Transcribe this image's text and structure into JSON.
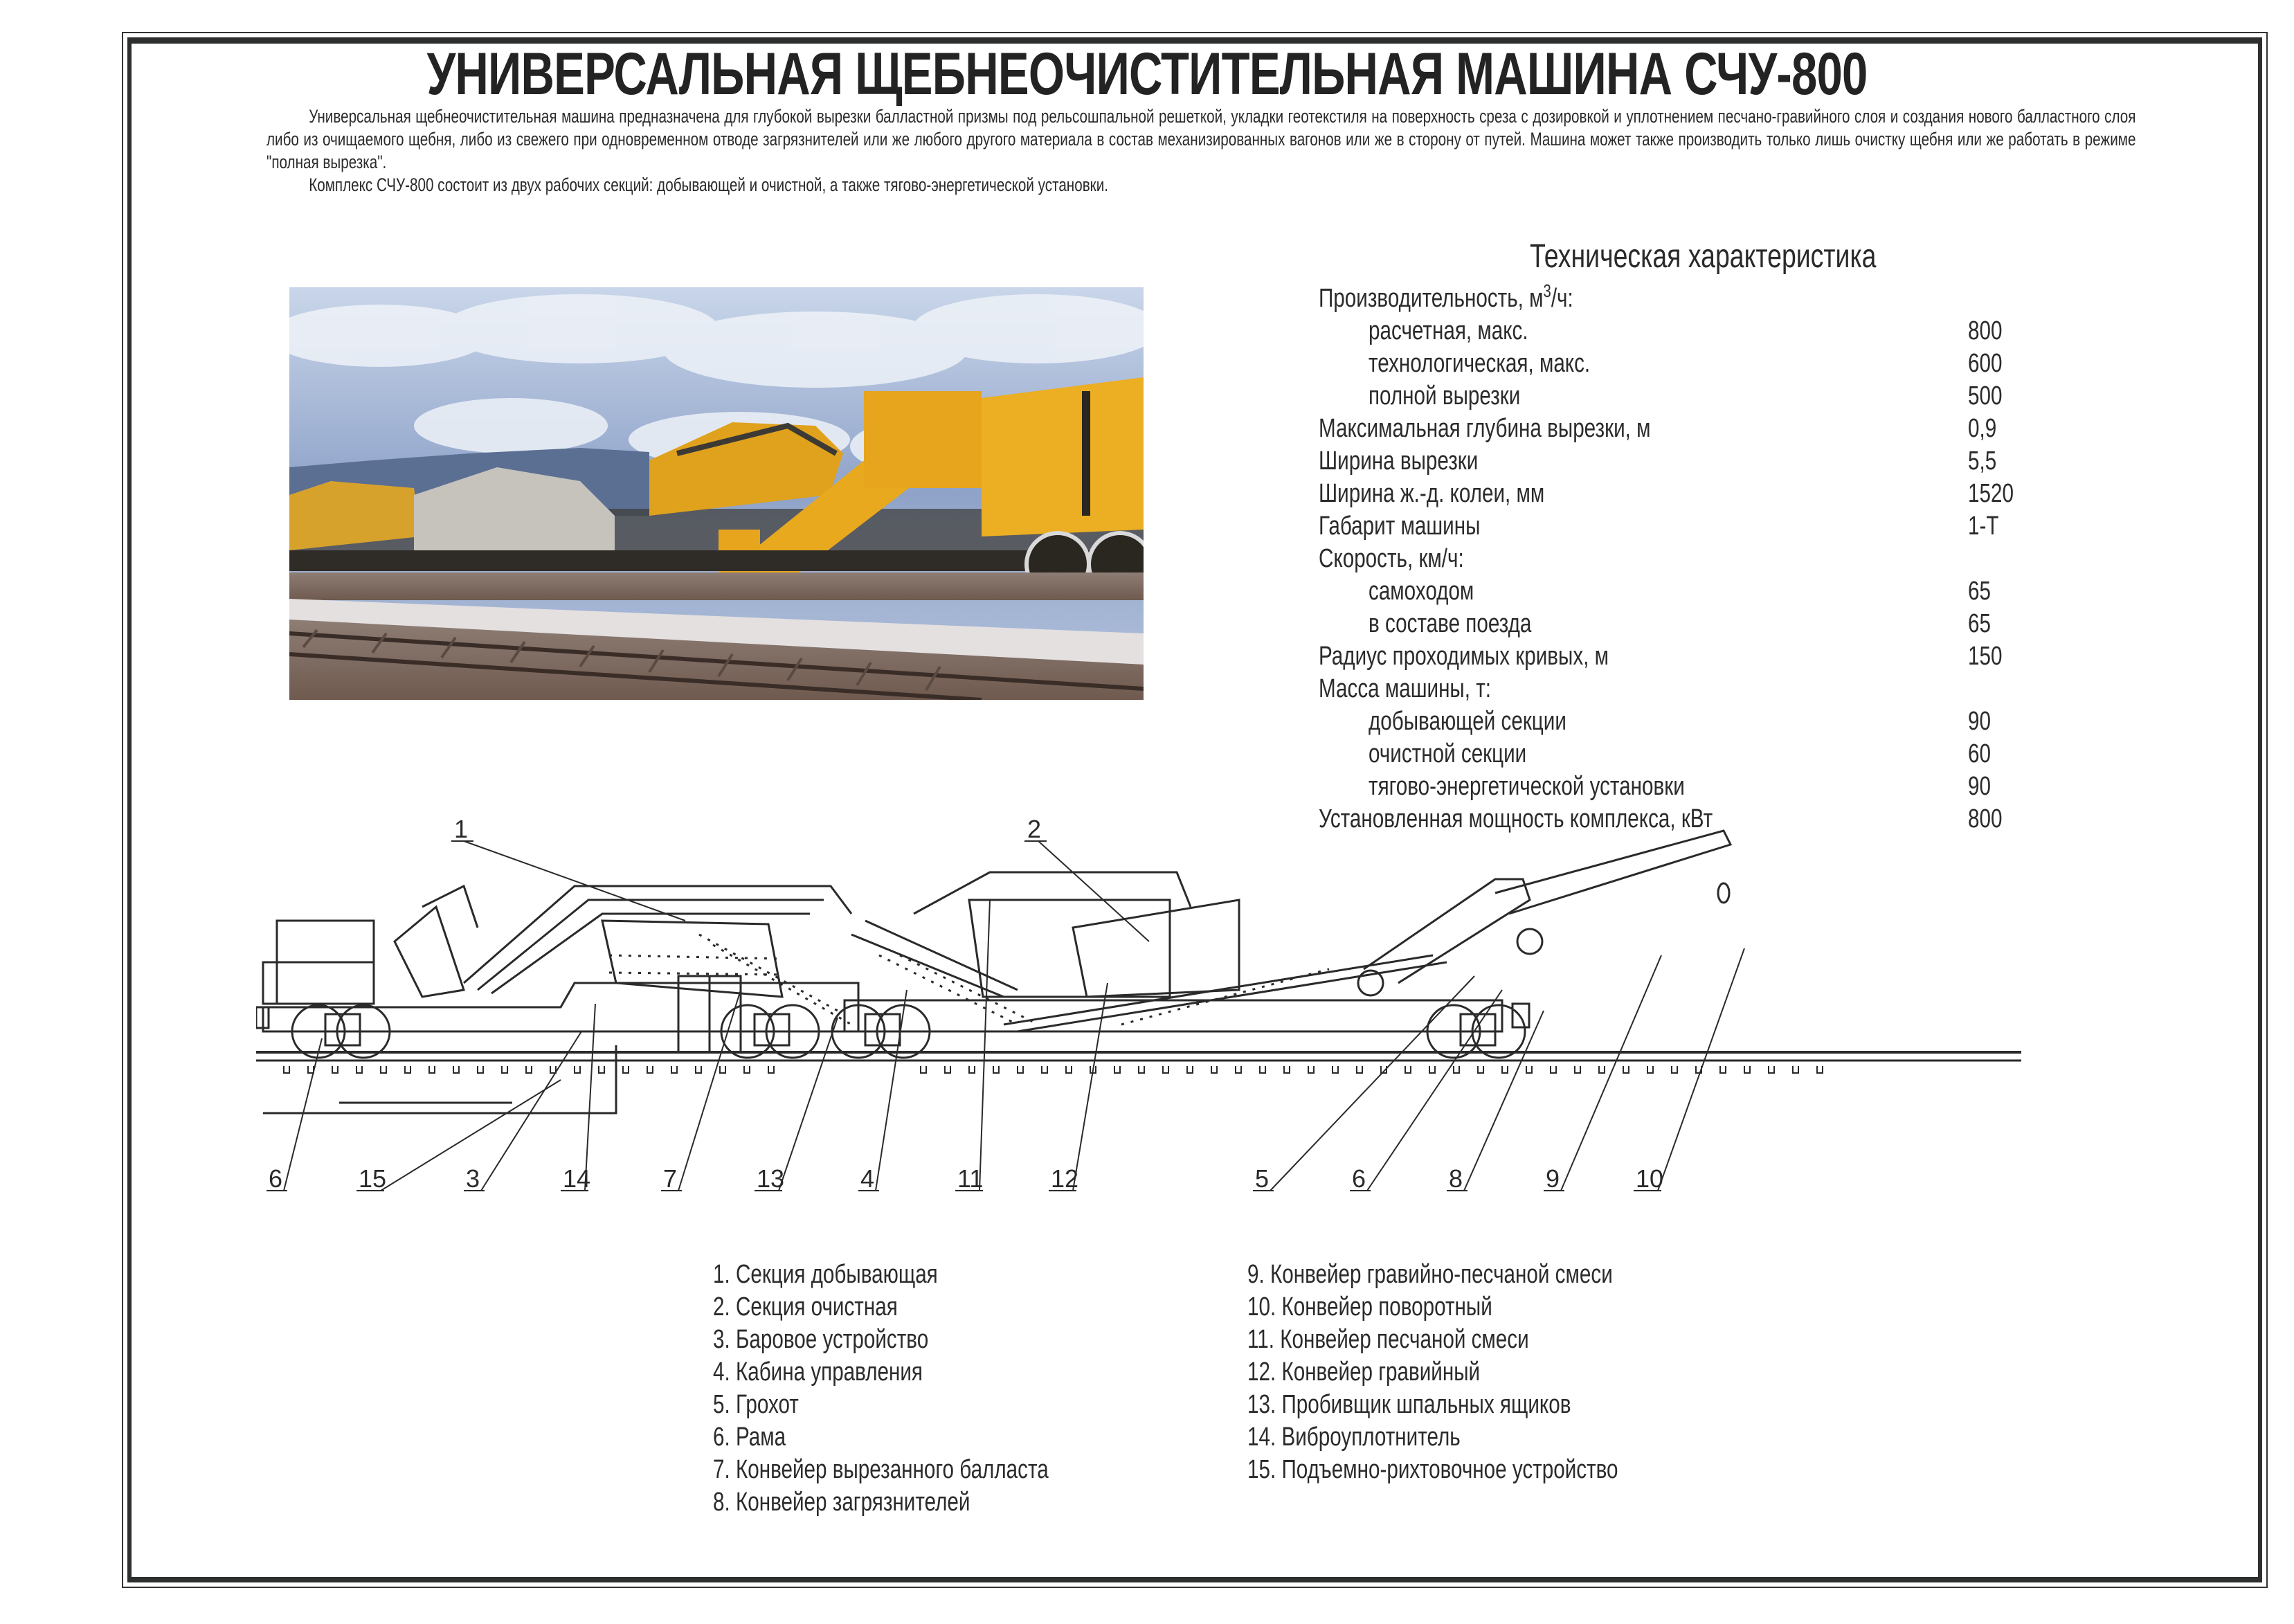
{
  "title": "УНИВЕРСАЛЬНАЯ ЩЕБНЕОЧИСТИТЕЛЬНАЯ МАШИНА СЧУ-800",
  "intro": {
    "paragraph_1": "Универсальная щебнеочистительная машина предназначена для глубокой вырезки балластной призмы под рельсошпальной решеткой, укладки геотекстиля на поверхность среза с дозировкой  и  уплотнением песчано-гравийного слоя и создания нового балластного слоя либо из очищаемого щебня, либо из свежего при одновременном отводе загрязнителей или же любого другого материала в состав механизированных вагонов или же в сторону от путей. Машина может также производить только лишь очистку щебня или же работать в режиме \"полная вырезка\".",
    "paragraph_2": "Комплекс СЧУ-800 состоит из двух рабочих секций: добывающей и очистной, а также тягово-энергетической установки."
  },
  "photo": {
    "description": "Фото: машина СЧУ-800 на железнодорожном пути",
    "colors": {
      "sky": "#8fa3c9",
      "cloud": "#eef2f8",
      "hills": "#5b6f93",
      "machine": "#e9a91e",
      "machine_dark": "#3d3a35",
      "platform": "#dcd8d8",
      "ballast": "#7a5e52"
    }
  },
  "specs": {
    "title": "Техническая характеристика",
    "rows": [
      {
        "label": "Производительность, м",
        "sup": "3",
        "label_suffix": "/ч:",
        "value": "",
        "indent": false
      },
      {
        "label": "расчетная, макс.",
        "value": "800",
        "indent": true
      },
      {
        "label": "технологическая, макс.",
        "value": "600",
        "indent": true
      },
      {
        "label": "полной вырезки",
        "value": "500",
        "indent": true
      },
      {
        "label": "Максимальная глубина вырезки, м",
        "value": "0,9",
        "indent": false
      },
      {
        "label": "Ширина вырезки",
        "value": "5,5",
        "indent": false
      },
      {
        "label": "Ширина ж.-д. колеи, мм",
        "value": "1520",
        "indent": false
      },
      {
        "label": "Габарит машины",
        "value": "1-Т",
        "indent": false
      },
      {
        "label": "Скорость, км/ч:",
        "value": "",
        "indent": false
      },
      {
        "label": "самоходом",
        "value": "65",
        "indent": true
      },
      {
        "label": "в составе поезда",
        "value": "65",
        "indent": true
      },
      {
        "label": "Радиус проходимых кривых, м",
        "value": "150",
        "indent": false
      },
      {
        "label": "Масса машины, т:",
        "value": "",
        "indent": false
      },
      {
        "label": "добывающей секции",
        "value": "90",
        "indent": true
      },
      {
        "label": "очистной секции",
        "value": "60",
        "indent": true
      },
      {
        "label": "тягово-энергетической установки",
        "value": "90",
        "indent": true
      },
      {
        "label": "Установленная мощность комплекса, кВт",
        "value": "800",
        "indent": false
      }
    ]
  },
  "diagram": {
    "top_callouts": [
      "1",
      "2"
    ],
    "bottom_callouts": [
      "6",
      "15",
      "3",
      "14",
      "7",
      "13",
      "4",
      "11",
      "12",
      "5",
      "6",
      "8",
      "9",
      "10"
    ]
  },
  "legend": {
    "col1": [
      "1. Секция добывающая",
      "2. Секция очистная",
      "3. Баровое устройство",
      "4. Кабина управления",
      "5. Грохот",
      "6. Рама",
      "7. Конвейер вырезанного балласта",
      "8. Конвейер загрязнителей"
    ],
    "col2": [
      "9. Конвейер гравийно-песчаной смеси",
      "10. Конвейер поворотный",
      "11. Конвейер песчаной смеси",
      "12. Конвейер гравийный",
      "13. Пробивщик шпальных ящиков",
      "14. Виброуплотнитель",
      "15. Подъемно-рихтовочное устройство"
    ]
  }
}
